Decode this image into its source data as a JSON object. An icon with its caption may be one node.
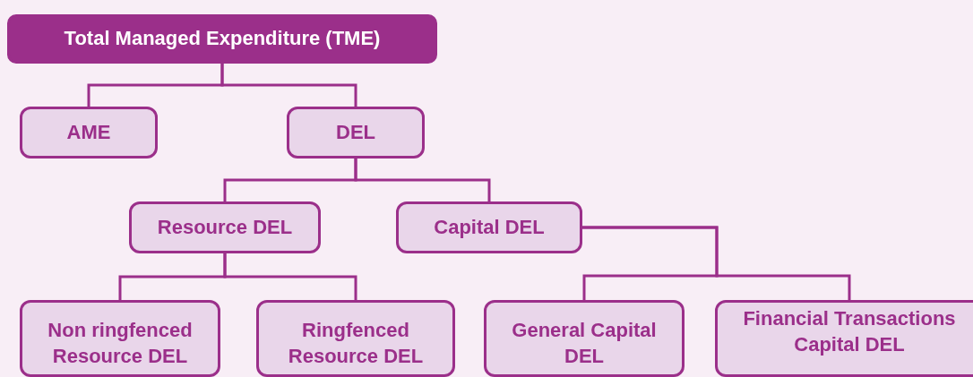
{
  "diagram": {
    "nodes": [
      {
        "text": [
          "Total Managed Expenditure (TME)"
        ]
      },
      {
        "text": [
          "AME"
        ]
      },
      {
        "text": [
          "DEL"
        ]
      },
      {
        "text": [
          "Resource DEL"
        ]
      },
      {
        "text": [
          "Capital DEL"
        ]
      },
      {
        "text": [
          "Non ringfenced Resource DEL"
        ]
      },
      {
        "text": [
          "Ringfenced Resource DEL"
        ]
      },
      {
        "text": [
          "General Capital DEL"
        ]
      },
      {
        "text": [
          "Financial Transactions Capital DEL"
        ]
      }
    ],
    "edges": [
      {
        "from": 0,
        "to": 1,
        "arrow": "none"
      },
      {
        "from": 0,
        "to": 2,
        "arrow": "none"
      },
      {
        "from": 2,
        "to": 3,
        "arrow": "none"
      },
      {
        "from": 2,
        "to": 4,
        "arrow": "none"
      },
      {
        "from": 3,
        "to": 5,
        "arrow": "none"
      },
      {
        "from": 3,
        "to": 6,
        "arrow": "none"
      },
      {
        "from": 4,
        "to": 7,
        "arrow": "none"
      },
      {
        "from": 4,
        "to": 8,
        "arrow": "none"
      }
    ]
  }
}
